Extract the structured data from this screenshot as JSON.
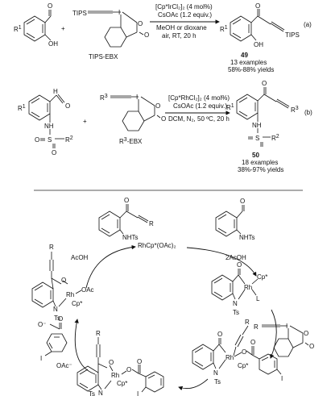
{
  "reaction_a": {
    "r1": "R",
    "r1_sup": "1",
    "cho": "O",
    "oh": "OH",
    "plus": "+",
    "tips": "TIPS",
    "iodine": "I",
    "ring_o": "O",
    "carbonyl_o": "O",
    "reagent_name": "TIPS-EBX",
    "cond_line1": "[Cp*IrCl₂]₂ (4 mol%)",
    "cond_line2": "CsOAc (1.2 equiv.)",
    "cond_line3": "MeOH or dioxane",
    "cond_line4": "air, RT, 20 h",
    "label": "(a)",
    "product_r1": "R",
    "product_r1_sup": "1",
    "product_o": "O",
    "product_oh": "OH",
    "product_tips": "TIPS",
    "compound": "49",
    "examples": "13 examples",
    "yields": "58%-88% yields"
  },
  "reaction_b": {
    "r1": "R",
    "r1_sup": "1",
    "h": "H",
    "o": "O",
    "nh": "NH",
    "s": "S",
    "o_left": "O",
    "o_right": "O",
    "r2": "R",
    "r2_sup": "2",
    "plus": "+",
    "r3": "R",
    "r3_sup": "3",
    "iodine": "I",
    "ring_o": "O",
    "carbonyl_o": "O",
    "reagent_name_base": "R",
    "reagent_name_sup": "3",
    "reagent_name_tail": "-EBX",
    "cond_line1": "[Cp*RhCl₂]₂ (4 mol%)",
    "cond_line2": "CsOAc (1.2 equiv.)",
    "cond_line3": "DCM, N₂, 50 ºC, 20 h",
    "label": "(b)",
    "product_r1": "R",
    "product_r1_sup": "1",
    "product_o": "O",
    "product_nh": "NH",
    "product_s": "S",
    "product_r2": "R",
    "product_r2_sup": "2",
    "product_r3": "R",
    "product_r3_sup": "3",
    "compound": "50",
    "examples": "18 examples",
    "yields": "38%-97% yields"
  },
  "mechanism": {
    "top_product_o": "O",
    "top_product_r": "R",
    "top_product_nhts": "NHTs",
    "catalyst": "RhCp*(OAc)₂",
    "substrate_o": "O",
    "substrate_nhts": "NHTs",
    "minus_2acoh": "2AcOH",
    "acoh": "AcOH",
    "rhodacycle_o": "O",
    "rhodacycle_rh": "Rh",
    "rhodacycle_cp": "Cp*",
    "rhodacycle_l": "L",
    "rhodacycle_n": "N",
    "rhodacycle_ts": "Ts",
    "ebx_r": "R",
    "ebx_i": "I",
    "ebx_o1": "O",
    "ebx_o2": "O",
    "left_r": "R",
    "left_o": "O",
    "left_rh": "Rh",
    "left_oac": "OAc",
    "left_cp": "Cp*",
    "left_n": "N",
    "left_ts": "Ts",
    "benzoate_o_minus": "O⁻",
    "benzoate_o": "O",
    "benzoate_i": "I",
    "oac_minus": "OAc⁻",
    "bottom_r": "R",
    "bottom_o": "O",
    "bottom_rh": "Rh",
    "bottom_o2": "O",
    "bottom_o3": "O",
    "bottom_cp": "Cp*",
    "bottom_n": "N",
    "bottom_ts": "Ts",
    "bottom_i": "I",
    "right_r": "R",
    "right_o": "O",
    "right_rh": "Rh",
    "right_o2": "O",
    "right_o3": "O",
    "right_cp": "Cp*",
    "right_n": "N",
    "right_ts": "Ts",
    "right_i": "I"
  }
}
